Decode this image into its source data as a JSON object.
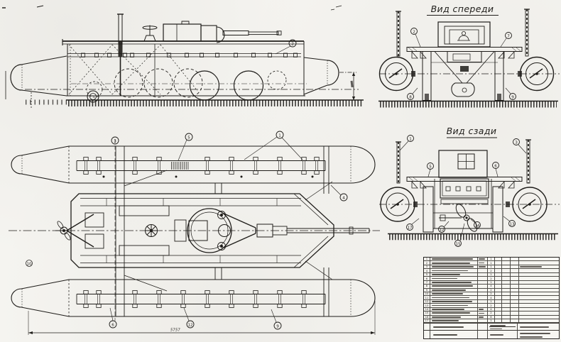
{
  "document": {
    "kind": "scanned technical drawing, tank on pontoon floats, four orthographic views with parts table"
  },
  "colors": {
    "paper": "#f5f4f0",
    "ink": "#1f1d1a"
  },
  "titles": {
    "front_view": "Вид спереди",
    "rear_view": "Вид сзади"
  },
  "dimensions": {
    "overall_length": "5757"
  },
  "callouts": {
    "side": [
      "2"
    ],
    "plan": [
      "3",
      "5",
      "1",
      "4",
      "10",
      "6",
      "12",
      "9"
    ],
    "front": [
      "2",
      "7",
      "8",
      "9"
    ],
    "rear": [
      "1",
      "3",
      "5",
      "6",
      "17",
      "12",
      "14",
      "13",
      "15"
    ]
  },
  "table": {
    "rows": [
      {
        "num": "1",
        "qty": "1",
        "name_len": 88,
        "mat_len": 70,
        "note_len": 0
      },
      {
        "num": "2",
        "qty": "1",
        "name_len": 82,
        "mat_len": 65,
        "note_len": 0
      },
      {
        "num": "3",
        "qty": "1",
        "name_len": 90,
        "mat_len": 75,
        "note_len": 55
      },
      {
        "num": "4",
        "qty": "2",
        "name_len": 78,
        "mat_len": 0,
        "note_len": 0
      },
      {
        "num": "5",
        "qty": "1",
        "name_len": 60,
        "mat_len": 0,
        "note_len": 0
      },
      {
        "num": "6",
        "qty": "2",
        "name_len": 55,
        "mat_len": 0,
        "note_len": 0
      },
      {
        "num": "7",
        "qty": "1",
        "name_len": 85,
        "mat_len": 0,
        "note_len": 0
      },
      {
        "num": "8",
        "qty": "4",
        "name_len": 88,
        "mat_len": 0,
        "note_len": 0
      },
      {
        "num": "9",
        "qty": "2",
        "name_len": 72,
        "mat_len": 0,
        "note_len": 0
      },
      {
        "num": "10",
        "qty": "2",
        "name_len": 66,
        "mat_len": 0,
        "note_len": 0
      },
      {
        "num": "11",
        "qty": "4",
        "name_len": 80,
        "mat_len": 0,
        "note_len": 0
      },
      {
        "num": "12",
        "qty": "1",
        "name_len": 86,
        "mat_len": 0,
        "note_len": 0
      },
      {
        "num": "13",
        "qty": "2",
        "name_len": 78,
        "mat_len": 0,
        "note_len": 0
      },
      {
        "num": "14",
        "qty": "4",
        "name_len": 70,
        "mat_len": 55,
        "note_len": 0
      },
      {
        "num": "15",
        "qty": "2",
        "name_len": 82,
        "mat_len": 60,
        "note_len": 0
      },
      {
        "num": "16",
        "qty": "8",
        "name_len": 62,
        "mat_len": 50,
        "note_len": 0
      },
      {
        "num": "17",
        "qty": "1",
        "name_len": 58,
        "mat_len": 0,
        "note_len": 0
      }
    ]
  }
}
